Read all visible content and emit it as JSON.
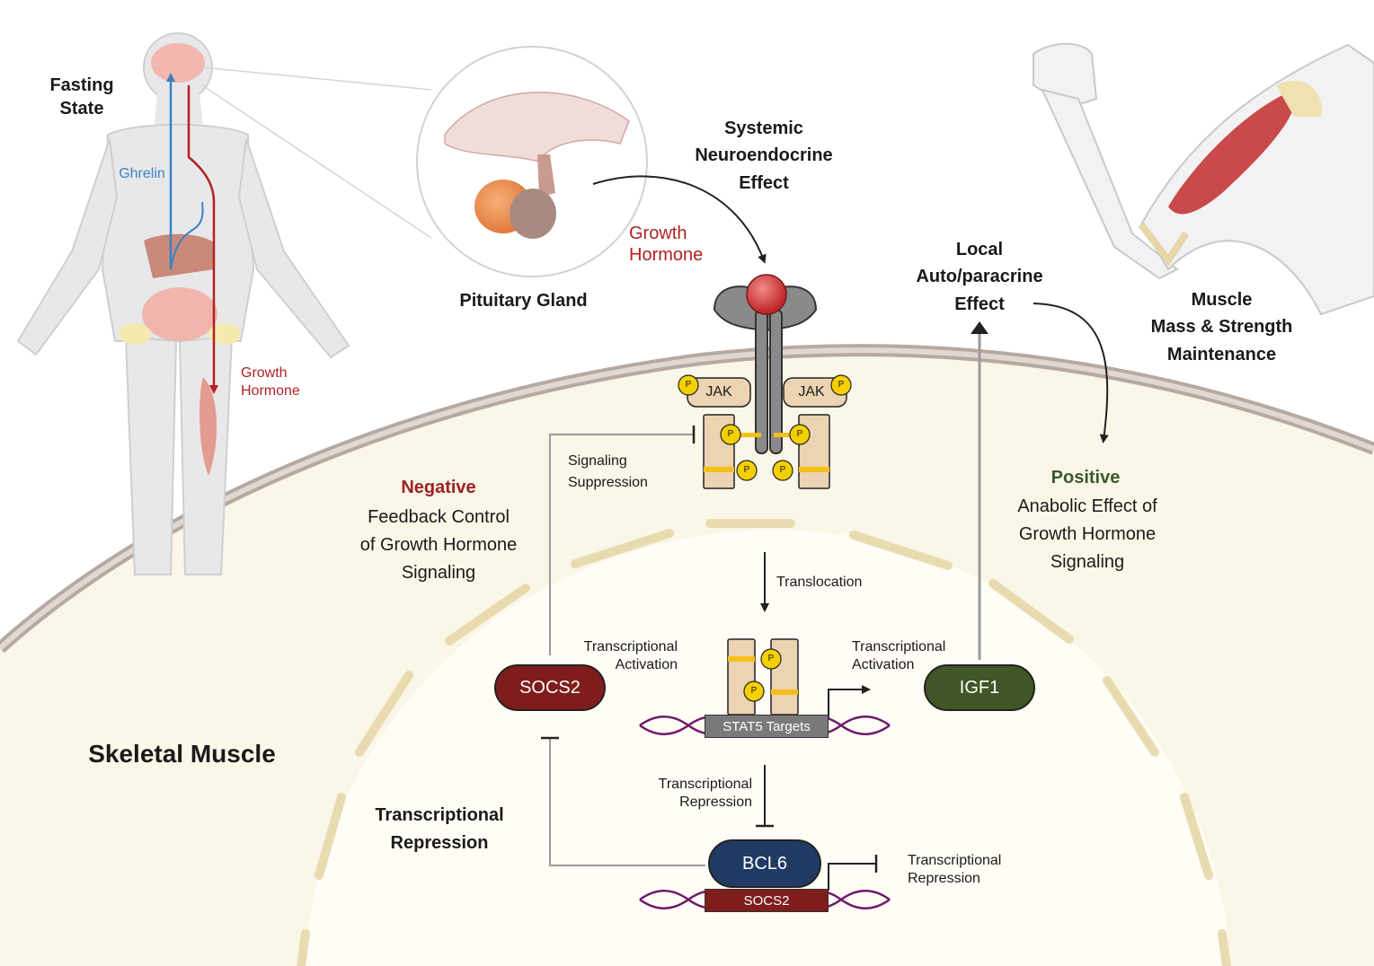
{
  "colors": {
    "ghrelin": "#3b82c4",
    "growth_hormone": "#b22222",
    "negative": "#9b2226",
    "positive": "#3a5a2a",
    "socs2": "#7f1d1d",
    "igf1": "#3f5626",
    "bcl6": "#1f3b64",
    "stat5_gene": "#7a7a7a",
    "socs2_gene": "#7f1d1d",
    "phospho": "#f5d000",
    "receptor": "#7d7d7d",
    "ligand": "#d53b3b",
    "membrane": "#c9bdb6",
    "cytoplasm": "#faf6e8",
    "nucleus_segment": "#eadcb0",
    "dna": "#6b1a6b",
    "stat": "#ecd3b1"
  },
  "labels": {
    "fasting_state": [
      "Fasting",
      "State"
    ],
    "ghrelin": "Ghrelin",
    "growth_hormone_body": [
      "Growth",
      "Hormone"
    ],
    "pituitary_gland": "Pituitary Gland",
    "systemic_effect": [
      "Systemic",
      "Neuroendocrine",
      "Effect"
    ],
    "growth_hormone_ligand": [
      "Growth",
      "Hormone"
    ],
    "local_effect": [
      "Local",
      "Auto/paracrine",
      "Effect"
    ],
    "muscle_mass": [
      "Muscle",
      "Mass & Strength",
      "Maintenance"
    ],
    "jak_left": "JAK",
    "jak_right": "JAK",
    "phospho": "P",
    "signaling_suppression": [
      "Signaling",
      "Suppression"
    ],
    "negative_title": "Negative",
    "negative_body": [
      "Feedback Control",
      "of Growth Hormone",
      "Signaling"
    ],
    "positive_title": "Positive",
    "positive_body": [
      "Anabolic Effect of",
      "Growth Hormone",
      "Signaling"
    ],
    "translocation": "Translocation",
    "transcriptional_activation_left": [
      "Transcriptional",
      "Activation"
    ],
    "transcriptional_activation_right": [
      "Transcriptional",
      "Activation"
    ],
    "socs2_protein": "SOCS2",
    "igf1_protein": "IGF1",
    "stat5_targets": "STAT5 Targets",
    "skeletal_muscle": "Skeletal Muscle",
    "transcriptional_repression_center": [
      "Transcriptional",
      "Repression"
    ],
    "transcriptional_repression_left": [
      "Transcriptional",
      "Repression"
    ],
    "bcl6_protein": "BCL6",
    "socs2_gene": "SOCS2",
    "transcriptional_repression_right": [
      "Transcriptional",
      "Repression"
    ]
  }
}
